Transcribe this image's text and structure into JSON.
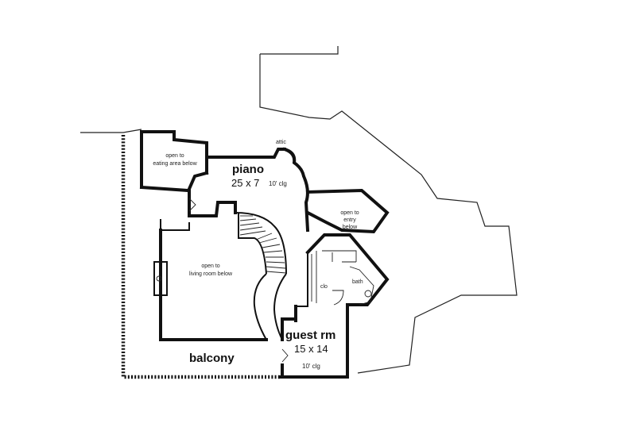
{
  "rooms": {
    "piano": {
      "name": "piano",
      "dims": "25 x 7",
      "ceiling": "10' clg"
    },
    "guest": {
      "name": "guest rm",
      "dims": "15 x 14",
      "ceiling": "10' clg"
    },
    "balcony": {
      "name": "balcony"
    }
  },
  "notes": {
    "attic": "attic",
    "eating_1": "open to",
    "eating_2": "eating area below",
    "entry_1": "open to",
    "entry_2": "entry",
    "entry_3": "below",
    "living_1": "open to",
    "living_2": "living room below",
    "clo": "clo",
    "bath": "bath"
  }
}
